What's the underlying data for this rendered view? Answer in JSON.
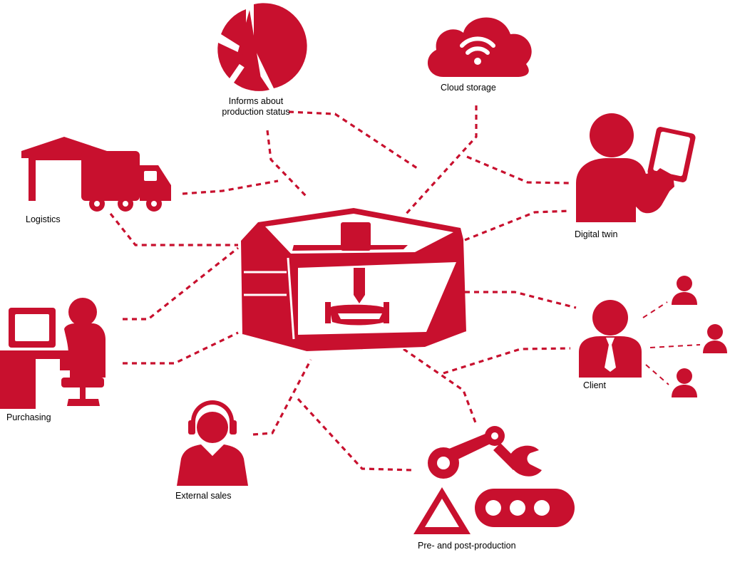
{
  "colors": {
    "brand": "#c8102e",
    "background": "#ffffff",
    "text": "#000000"
  },
  "nodes": {
    "production_status": {
      "label": "Informs about\nproduction status",
      "icon": "pie-chart-icon"
    },
    "cloud_storage": {
      "label": "Cloud storage",
      "icon": "cloud-wifi-icon"
    },
    "logistics": {
      "label": "Logistics",
      "icon": "warehouse-truck-icon"
    },
    "digital_twin": {
      "label": "Digital twin",
      "icon": "person-tablet-icon"
    },
    "purchasing": {
      "label": "Purchasing",
      "icon": "office-worker-icon"
    },
    "client": {
      "label": "Client",
      "icon": "client-network-icon"
    },
    "external_sales": {
      "label": "External sales",
      "icon": "headset-agent-icon"
    },
    "pre_post_production": {
      "label": "Pre- and post-production",
      "icon": "robot-arm-conveyor-icon"
    },
    "center": {
      "icon": "3d-printer-icon"
    }
  }
}
